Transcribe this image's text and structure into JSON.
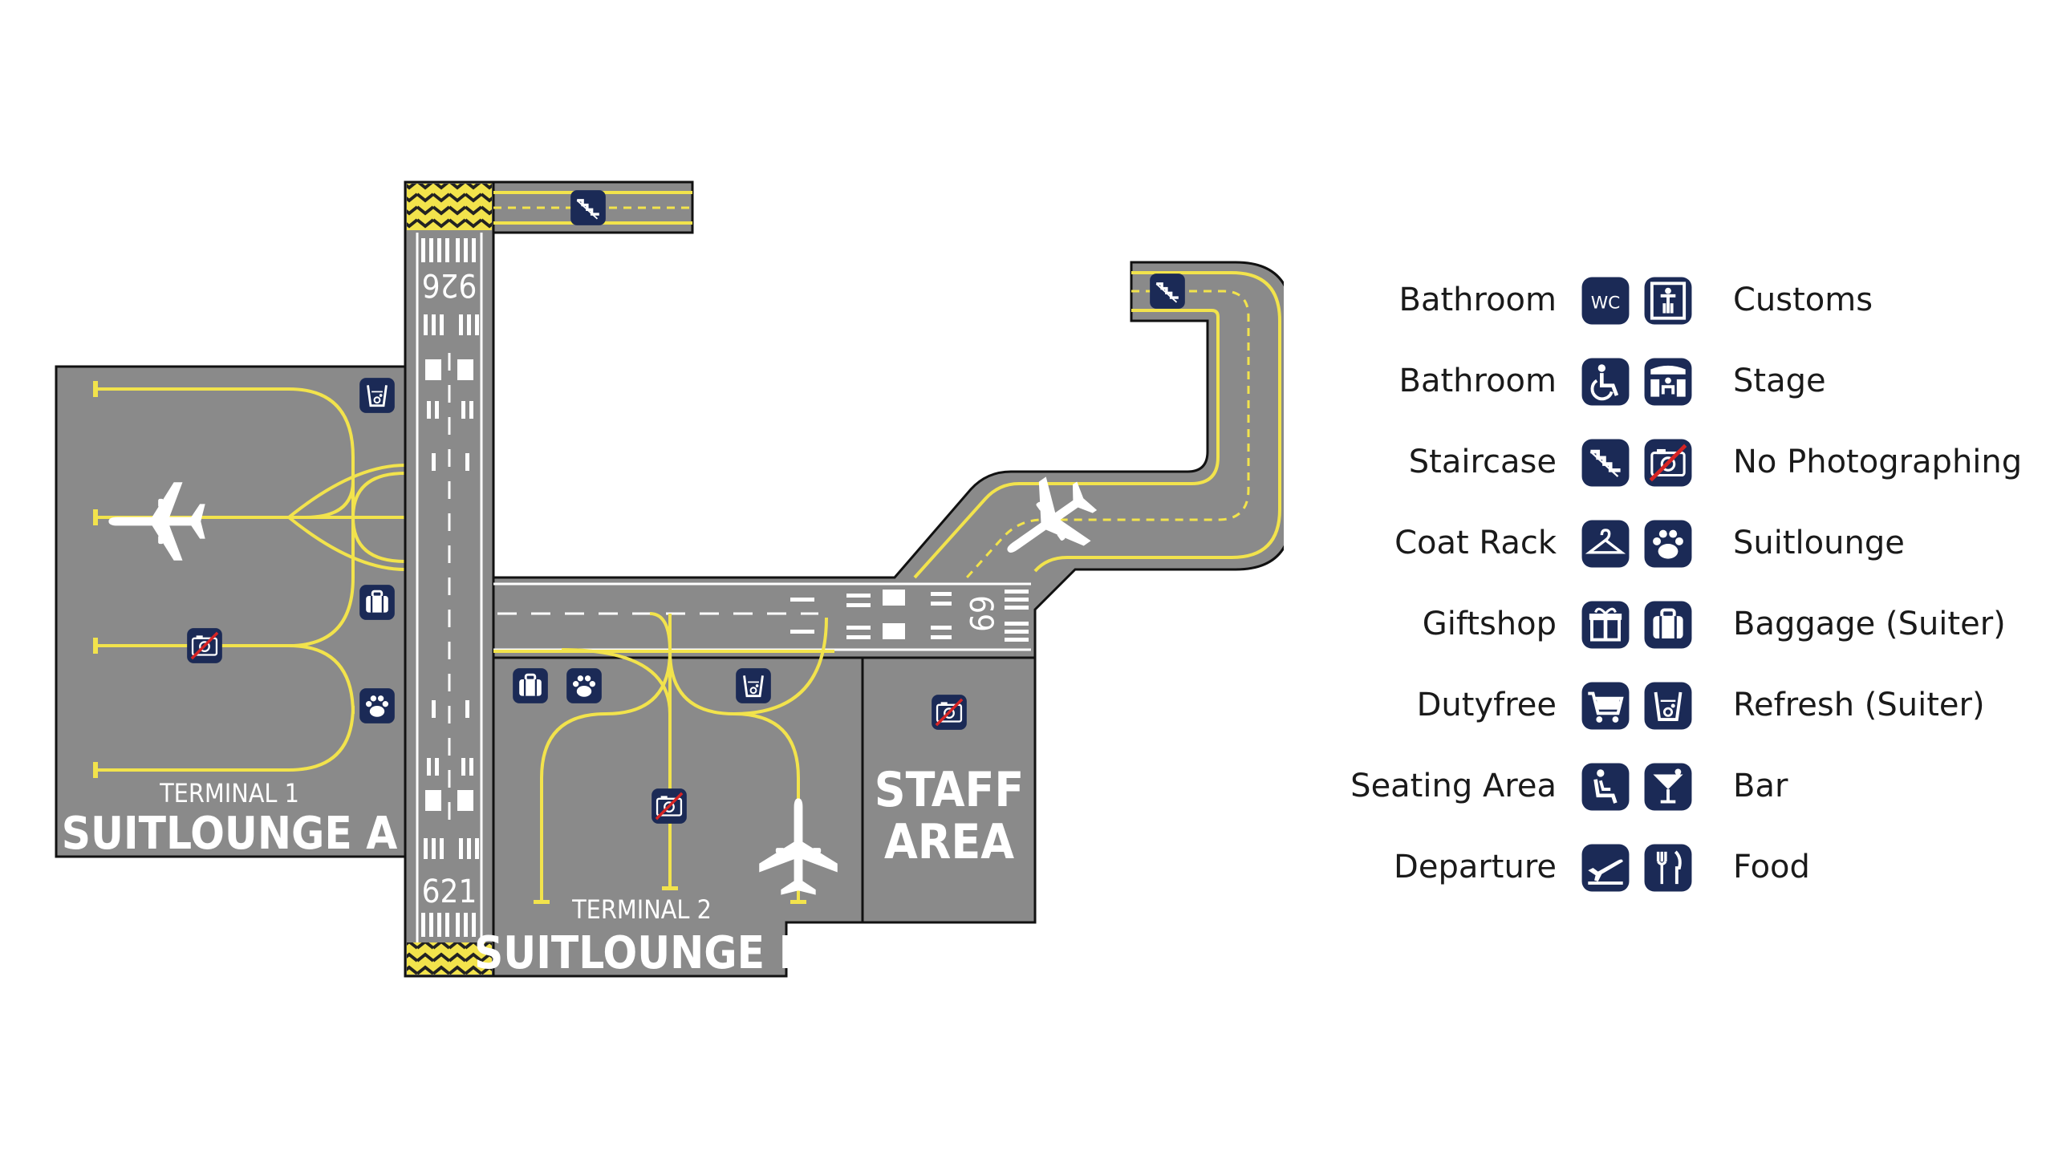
{
  "map": {
    "terminal1": {
      "sub": "TERMINAL 1",
      "name": "SUITLOUNGE A"
    },
    "terminal2": {
      "sub": "TERMINAL 2",
      "name": "SUITLOUNGE B"
    },
    "staff": {
      "line1": "STAFF",
      "line2": "AREA"
    },
    "runway1": {
      "top_number": "926",
      "bottom_number": "621"
    },
    "runway2": {
      "number": "69"
    }
  },
  "legend": {
    "left": [
      {
        "label": "Bathroom",
        "icon": "wc-icon"
      },
      {
        "label": "Bathroom",
        "icon": "wheelchair-icon"
      },
      {
        "label": "Staircase",
        "icon": "staircase-icon"
      },
      {
        "label": "Coat Rack",
        "icon": "coat-hanger-icon"
      },
      {
        "label": "Giftshop",
        "icon": "gift-icon"
      },
      {
        "label": "Dutyfree",
        "icon": "shopping-cart-icon"
      },
      {
        "label": "Seating Area",
        "icon": "seat-icon"
      },
      {
        "label": "Departure",
        "icon": "departure-icon"
      }
    ],
    "right": [
      {
        "label": "Customs",
        "icon": "customs-icon"
      },
      {
        "label": "Stage",
        "icon": "stage-icon"
      },
      {
        "label": "No Photographing",
        "icon": "no-camera-icon"
      },
      {
        "label": "Suitlounge",
        "icon": "paw-icon"
      },
      {
        "label": "Baggage (Suiter)",
        "icon": "baggage-icon"
      },
      {
        "label": "Refresh (Suiter)",
        "icon": "refresh-icon"
      },
      {
        "label": "Bar",
        "icon": "cocktail-icon"
      },
      {
        "label": "Food",
        "icon": "cutlery-icon"
      }
    ],
    "wc_text": "WC"
  },
  "colors": {
    "navy": "#1b2a56",
    "asphalt": "#8a8a8a",
    "taxi_yellow": "#f2e34c",
    "outline": "#111111"
  }
}
